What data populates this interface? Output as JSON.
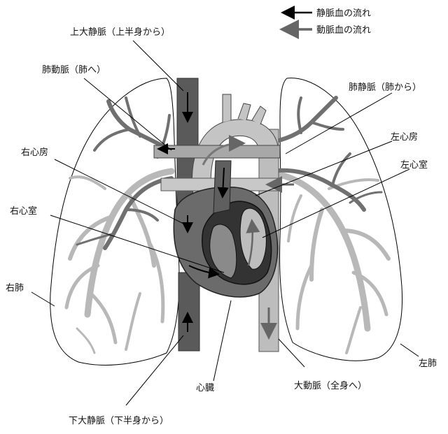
{
  "legend": {
    "venous": "静脈血の流れ",
    "arterial": "動脈血の流れ"
  },
  "labels": {
    "superior_vena_cava": "上大静脈（上半身から）",
    "pulmonary_artery": "肺動脈（肺へ）",
    "pulmonary_vein": "肺静脈（肺から）",
    "right_atrium": "右心房",
    "left_atrium": "左心房",
    "left_ventricle": "左心室",
    "right_ventricle": "右心室",
    "right_lung": "右肺",
    "left_lung": "左肺",
    "heart": "心臓",
    "aorta": "大動脈（全身へ）",
    "inferior_vena_cava": "下大静脈（下半身から）"
  },
  "colors": {
    "venous": "#4a4a4a",
    "arterial": "#bdbdbd",
    "dark_vessel": "#555555",
    "heart_outer": "#6b6b6b",
    "line": "#000000"
  }
}
